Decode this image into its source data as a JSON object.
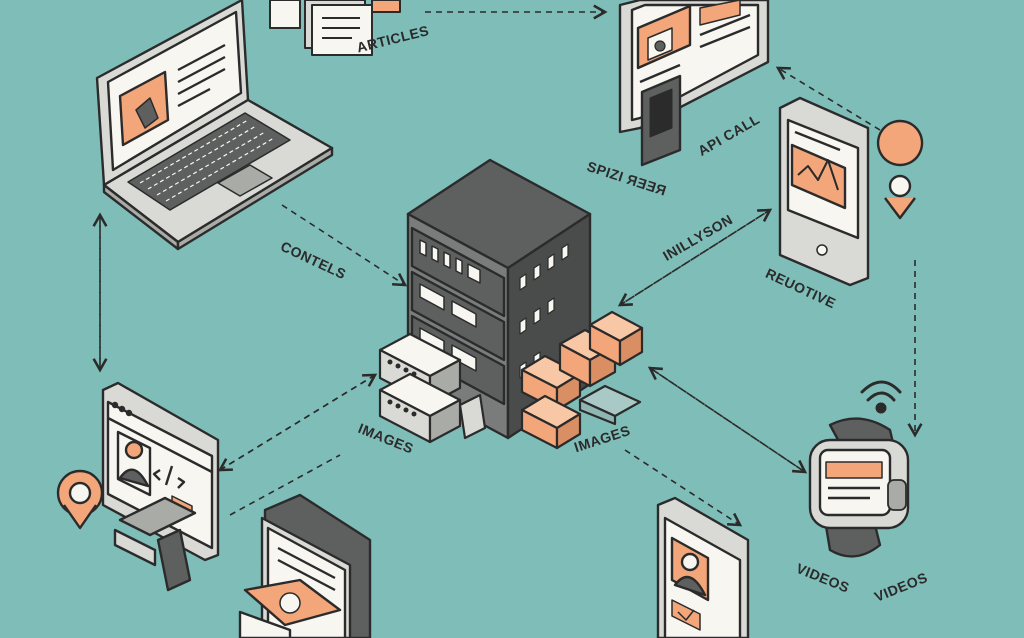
{
  "colors": {
    "background": "#7fbdb8",
    "outline": "#2b2b2b",
    "accent_orange": "#f2a67a",
    "screen_white": "#f7f6f1",
    "device_gray": "#d9dad6",
    "server_dark": "#5e6060"
  },
  "labels": {
    "articles": "ARTICLES",
    "api_call": "API CALL",
    "mirrored": "SPIZI ЯƎƎЯ",
    "contents": "CONTELS",
    "inmlyson": "INILLYSON",
    "responsive": "REUOTIVE",
    "images_left": "IMAGES",
    "images_right": "IMAGES",
    "videos_left": "VIDEOS",
    "videos_right": "VIDEOS"
  },
  "icons": {
    "server": "server-rack-icon",
    "laptop": "laptop-icon",
    "tablet_top": "tablet-article-icon",
    "tablet_right": "tablet-chart-icon",
    "monitor": "monitor-code-icon",
    "smartwatch": "smartwatch-icon",
    "wifi": "wifi-icon",
    "pins": "location-pin-icon",
    "documents": "document-stack-icon",
    "phone_bottom": "phone-profile-icon",
    "boxes": "cube-stack-icon"
  }
}
